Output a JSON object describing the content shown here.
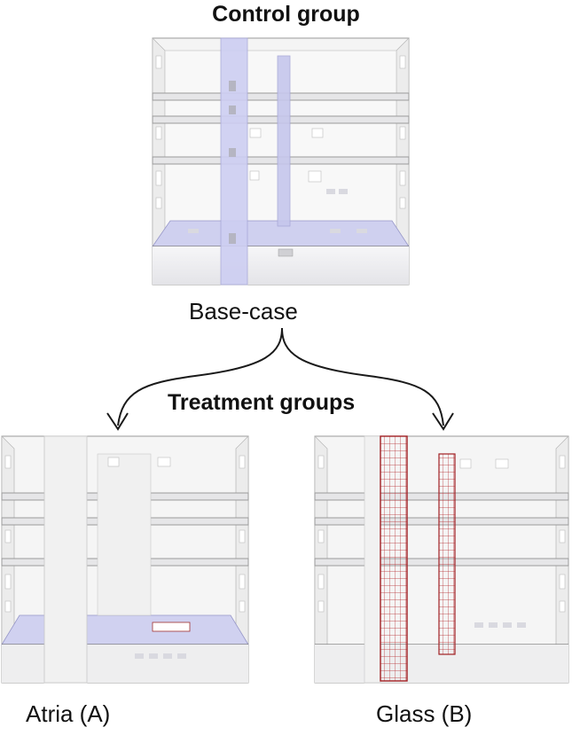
{
  "control_group": {
    "title": "Control group"
  },
  "base_case": {
    "label": "Base-case"
  },
  "treatment_groups": {
    "title": "Treatment groups"
  },
  "atria": {
    "label": "Atria (A)"
  },
  "glass": {
    "label": "Glass (B)"
  },
  "colors": {
    "atrium_tint": "#c8c9f0",
    "glass_mesh": "#b3262a",
    "building_line": "#8a8a8a",
    "arrow": "#1a1a1a"
  }
}
